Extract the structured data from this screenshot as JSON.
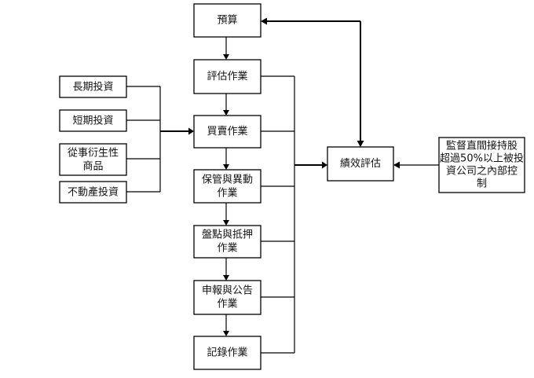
{
  "nodes": {
    "budget": "預算",
    "evaluation": "評估作業",
    "trading": "買賣作業",
    "custody_line1": "保管與異動",
    "custody_line2": "作業",
    "inventory_line1": "盤點與抵押",
    "inventory_line2": "作業",
    "reporting_line1": "申報與公告",
    "reporting_line2": "作業",
    "recording": "記錄作業",
    "performance": "績效評估",
    "long_term": "長期投資",
    "short_term": "短期投資",
    "derivatives_line1": "從事衍生性",
    "derivatives_line2": "商品",
    "real_estate": "不動產投資",
    "monitoring_line1": "監督直間接持股",
    "monitoring_line2": "超過50%以上被投",
    "monitoring_line3": "資公司之內部控",
    "monitoring_line4": "制"
  }
}
